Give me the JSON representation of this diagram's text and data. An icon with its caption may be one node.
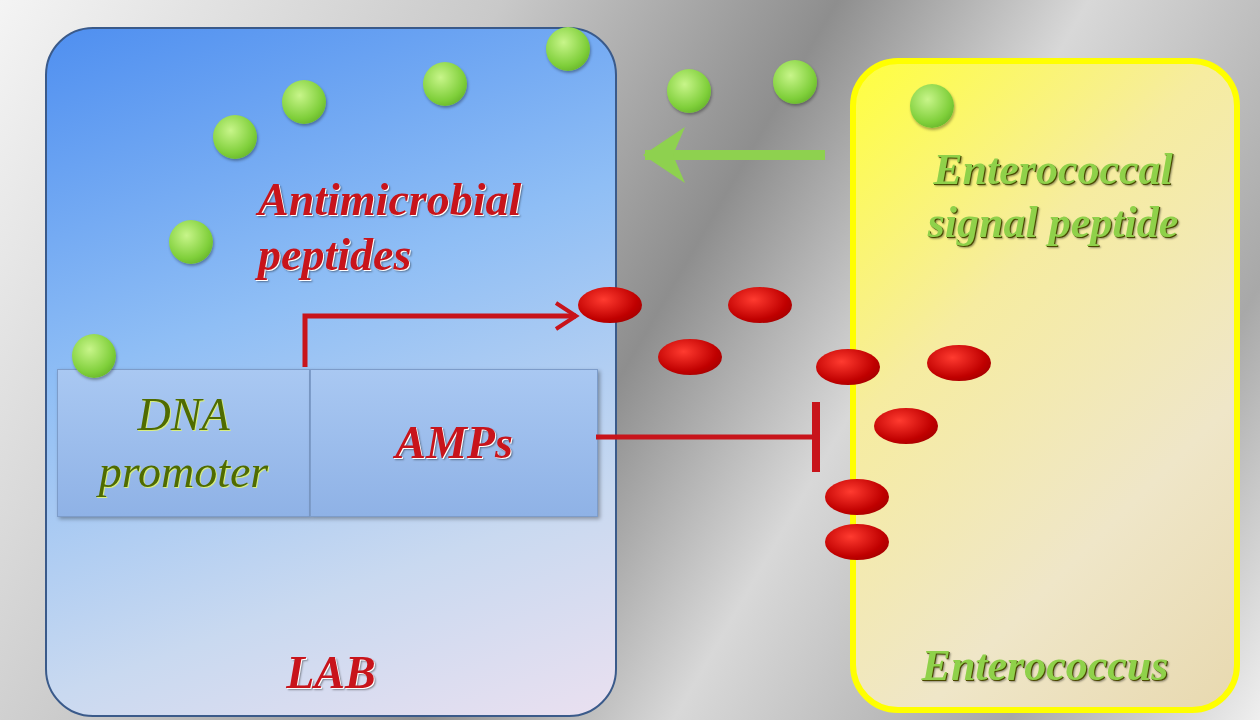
{
  "diagram": {
    "nodes": [
      {
        "text": [
          "LAB"
        ]
      },
      {
        "text": [
          "Enterococcal signal peptide",
          "Enterococcus"
        ]
      },
      {
        "text": [
          "DNA promoter"
        ],
        "in": 0
      },
      {
        "text": [
          "AMPs"
        ],
        "in": 0
      },
      {
        "text": [],
        "shape": "ellipse"
      },
      {
        "text": [],
        "shape": "ellipse"
      },
      {
        "text": [],
        "shape": "ellipse"
      },
      {
        "text": [],
        "shape": "ellipse",
        "in": 1
      },
      {
        "text": [],
        "shape": "ellipse"
      },
      {
        "text": [],
        "shape": "ellipse",
        "in": 1
      },
      {
        "text": [],
        "shape": "ellipse"
      },
      {
        "text": [],
        "shape": "ellipse"
      },
      {
        "text": [],
        "shape": "circle",
        "in": 0
      },
      {
        "text": [],
        "shape": "circle",
        "in": 0
      },
      {
        "text": [],
        "shape": "circle"
      },
      {
        "text": [],
        "shape": "circle"
      },
      {
        "text": [],
        "shape": "circle",
        "in": 0
      },
      {
        "text": [],
        "shape": "circle",
        "in": 1
      },
      {
        "text": [],
        "shape": "circle",
        "in": 0
      },
      {
        "text": [],
        "shape": "circle",
        "in": 0
      },
      {
        "text": [],
        "shape": "circle",
        "in": 0
      }
    ],
    "edges": [
      {
        "from": 2,
        "to": 4,
        "arrow": "to"
      },
      {
        "from": 3,
        "to": 1,
        "arrow": "other"
      },
      {
        "from": 1,
        "to": 0,
        "arrow": "to",
        "style": "thick",
        "color": "#8ed14f"
      }
    ],
    "labels": [
      "Antimicrobial peptides"
    ]
  }
}
